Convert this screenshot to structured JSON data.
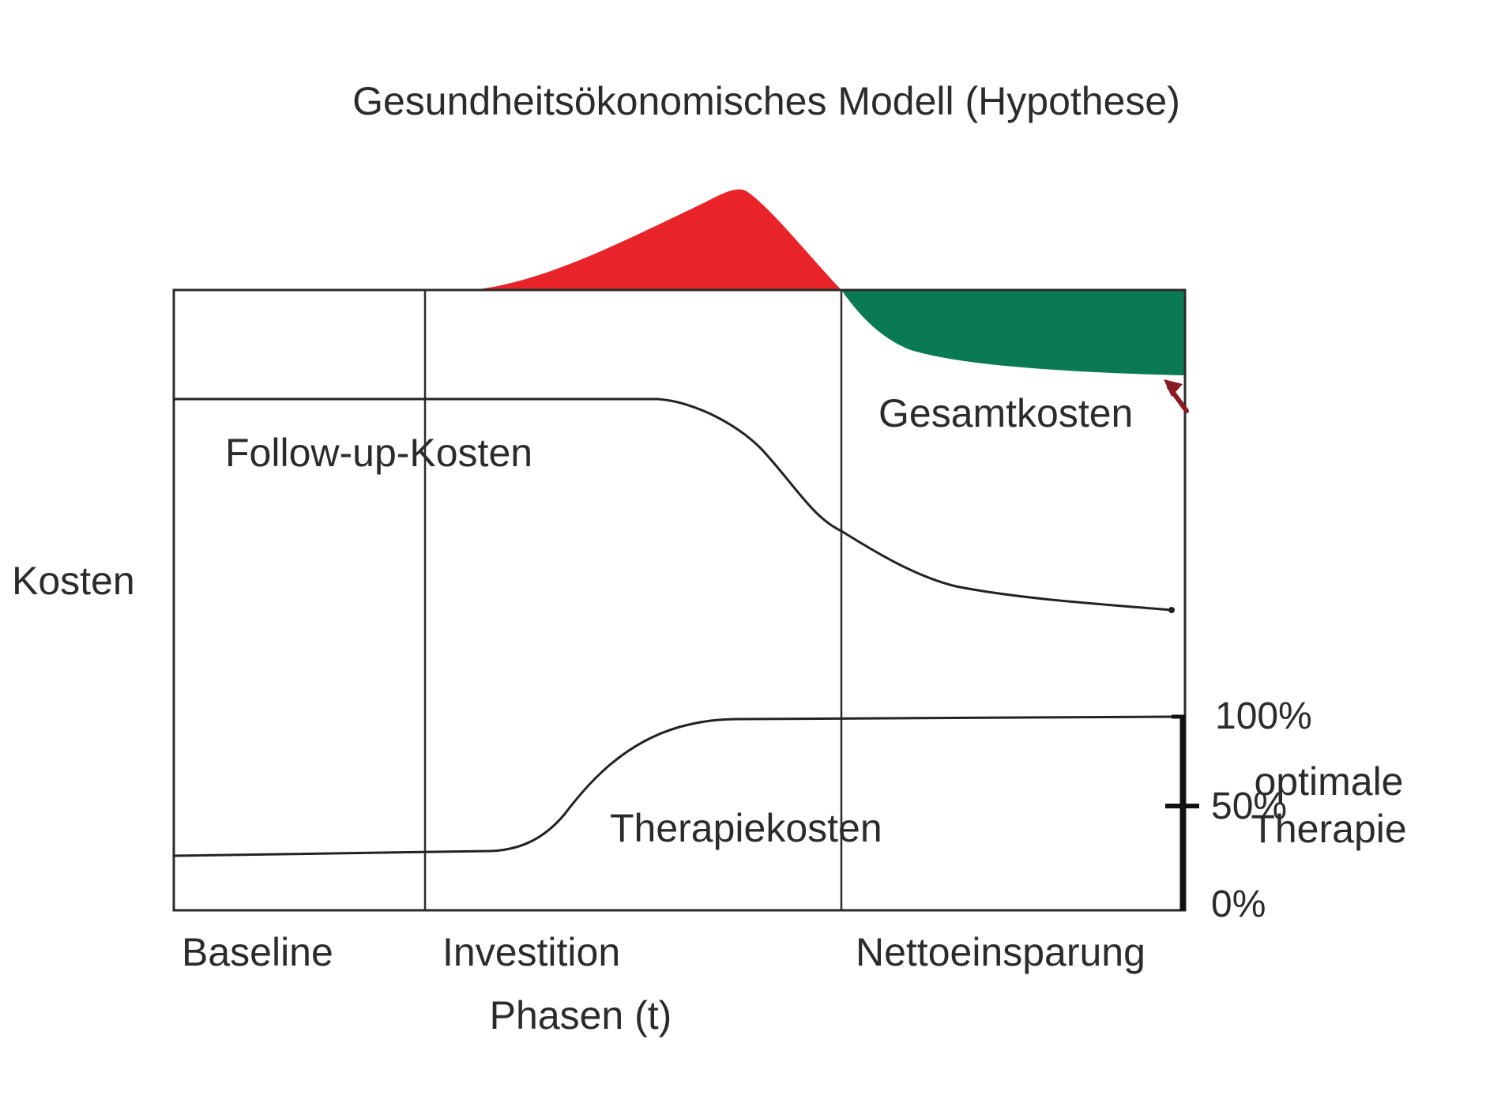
{
  "title": "Gesundheitsökonomisches Modell (Hypothese)",
  "y_axis_label": "Kosten",
  "x_axis_label": "Phasen (t)",
  "phases": [
    {
      "label": "Baseline"
    },
    {
      "label": "Investition"
    },
    {
      "label": "Nettoeinsparung"
    }
  ],
  "curves": {
    "follow_up": "Follow-up-Kosten",
    "therapy": "Therapiekosten",
    "total": "Gesamtkosten"
  },
  "scale": {
    "ticks": [
      "100%",
      "50%",
      "0%"
    ],
    "label_line1": "optimale",
    "label_line2": "Therapie"
  },
  "colors": {
    "investment_area": "#e8242a",
    "savings_area": "#0a7a52",
    "arrow": "#8a1a22",
    "line": "#222222"
  }
}
